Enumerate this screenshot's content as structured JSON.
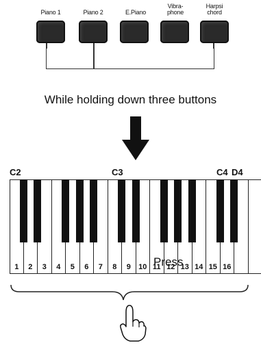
{
  "tone_buttons": [
    {
      "label_line1": "Piano 1",
      "label_line2": ""
    },
    {
      "label_line1": "Piano 2",
      "label_line2": ""
    },
    {
      "label_line1": "E.Piano",
      "label_line2": ""
    },
    {
      "label_line1": "Vibra-",
      "label_line2": "phone"
    },
    {
      "label_line1": "Harpsi",
      "label_line2": "chord"
    }
  ],
  "instruction": "While holding down three buttons",
  "note_labels": {
    "c2": "C2",
    "c3": "C3",
    "c4": "C4",
    "d4": "D4"
  },
  "key_numbers": [
    "1",
    "2",
    "3",
    "4",
    "5",
    "6",
    "7",
    "8",
    "9",
    "10",
    "11",
    "12",
    "13",
    "14",
    "15",
    "16"
  ],
  "press_label": "Press",
  "colors": {
    "button": "#2a2a2a",
    "ink": "#111111"
  },
  "icons": {
    "arrow": "down-arrow-icon",
    "hand": "pointing-hand-icon"
  }
}
